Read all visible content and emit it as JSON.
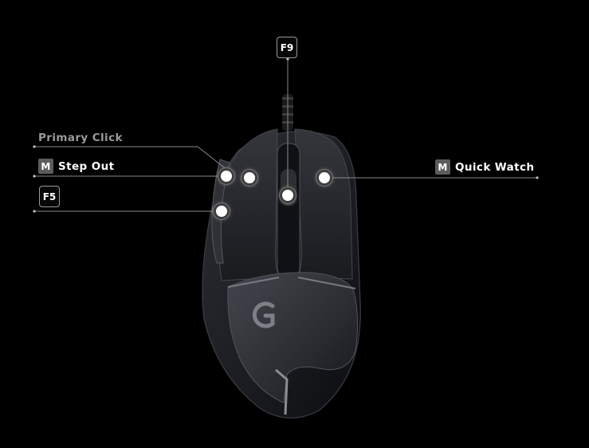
{
  "assignments": {
    "primary_click": {
      "label": "Primary Click"
    },
    "step_out": {
      "badge": "M",
      "label": "Step Out"
    },
    "quick_watch": {
      "badge": "M",
      "label": "Quick Watch"
    },
    "f5": {
      "key": "F5"
    },
    "f9": {
      "key": "F9"
    }
  },
  "colors": {
    "background": "#000000",
    "mouse_body": "#1f2126",
    "badge": "#5c5c5c",
    "dim_label": "#9a9a9a"
  },
  "icons": {
    "logo": "logitech-g-logo"
  }
}
